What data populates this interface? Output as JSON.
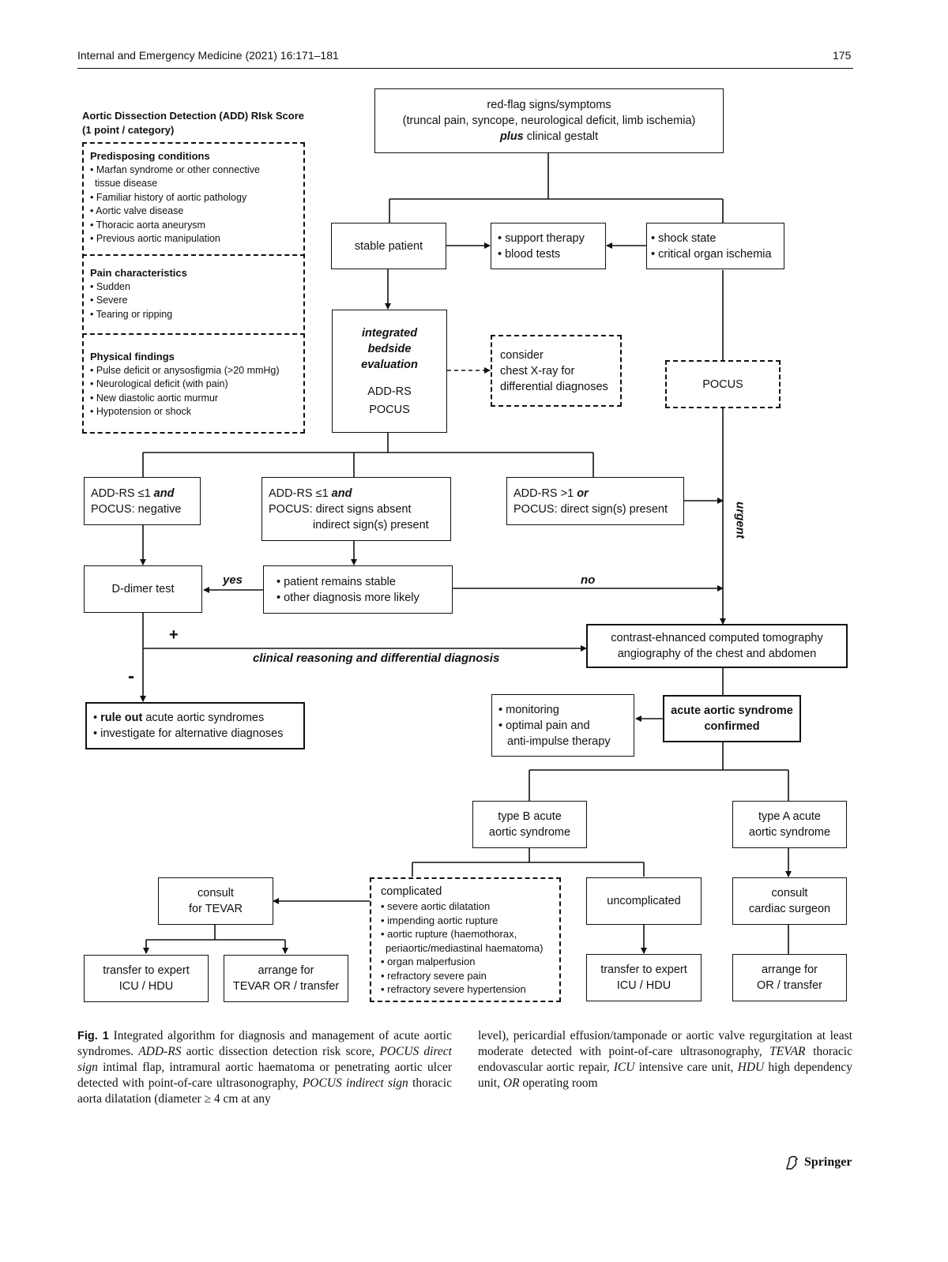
{
  "header": {
    "journal": "Internal and Emergency Medicine (2021) 16:171–181",
    "page_number": "175"
  },
  "score_panel": {
    "title_line1": "Aortic Dissection Detection (ADD) RIsk Score",
    "title_line2": "(1 point / category)",
    "sections": [
      {
        "heading": "Predisposing conditions",
        "items": [
          "Marfan syndrome or other connective tissue disease",
          "Familiar history of aortic pathology",
          "Aortic valve disease",
          "Thoracic aorta aneurysm",
          "Previous aortic manipulation"
        ]
      },
      {
        "heading": "Pain characteristics",
        "items": [
          "Sudden",
          "Severe",
          "Tearing or ripping"
        ]
      },
      {
        "heading": "Physical findings",
        "items": [
          "Pulse deficit or anysosfigmia (>20 mmHg)",
          "Neurological deficit (with pain)",
          "New diastolic aortic murmur",
          "Hypotension or shock"
        ]
      }
    ]
  },
  "flow": {
    "redflag": {
      "line1": "red-flag signs/symptoms",
      "line2": "(truncal pain, syncope, neurological deficit, limb ischemia)",
      "plus": "plus",
      "line3": "clinical gestalt"
    },
    "stable": "stable patient",
    "support": [
      "support therapy",
      "blood tests"
    ],
    "shock": [
      "shock state",
      "critical organ ischemia"
    ],
    "integrated": {
      "title": [
        "integrated",
        "bedside",
        "evaluation"
      ],
      "l1": "ADD-RS",
      "l2": "POCUS"
    },
    "consider": [
      "consider",
      "chest X-ray for",
      "differential diagnoses"
    ],
    "pocus": "POCUS",
    "cond1": {
      "a": "ADD-RS ≤1",
      "and": "and",
      "b": "POCUS: negative"
    },
    "cond2": {
      "a": "ADD-RS ≤1",
      "and": "and",
      "b": "POCUS: direct signs absent",
      "c": "indirect sign(s) present"
    },
    "cond3": {
      "a": "ADD-RS >1",
      "or": "or",
      "b": "POCUS: direct sign(s) present"
    },
    "urgent": "urgent",
    "ddimer": "D-dimer test",
    "yes": "yes",
    "no": "no",
    "remains": [
      "patient remains stable",
      "other diagnosis more likely"
    ],
    "plus_sign": "+",
    "minus_sign": "-",
    "reasoning": "clinical reasoning and differential diagnosis",
    "ct": [
      "contrast-ehnanced computed tomography",
      "angiography of the chest and abdomen"
    ],
    "ruleout": {
      "bold": "rule out",
      "rest": "acute aortic syndromes",
      "line2": "investigate for alternative diagnoses"
    },
    "monitoring": [
      "monitoring",
      "optimal pain and",
      "anti-impulse therapy"
    ],
    "confirmed": [
      "acute aortic syndrome",
      "confirmed"
    ],
    "typeB": [
      "type B acute",
      "aortic syndrome"
    ],
    "typeA": [
      "type A acute",
      "aortic syndrome"
    ],
    "tevar": [
      "consult",
      "for TEVAR"
    ],
    "complicated": {
      "title": "complicated",
      "items": [
        "severe aortic dilatation",
        "impending aortic rupture",
        "aortic rupture (haemothorax,",
        "periaortic/mediastinal haematoma)",
        "organ malperfusion",
        "refractory severe pain",
        "refractory severe hypertension"
      ]
    },
    "uncomplicated": "uncomplicated",
    "cardiac": [
      "consult",
      "cardiac surgeon"
    ],
    "transfer1": [
      "transfer to expert",
      "ICU / HDU"
    ],
    "arrange1": [
      "arrange for",
      "TEVAR OR / transfer"
    ],
    "transfer2": [
      "transfer to expert",
      "ICU / HDU"
    ],
    "arrange2": [
      "arrange for",
      "OR / transfer"
    ]
  },
  "caption": {
    "label": "Fig. 1",
    "left": [
      {
        "t": " Integrated algorithm for diagnosis and management of acute aortic syndromes. ",
        "i": false
      },
      {
        "t": "ADD-RS",
        "i": true
      },
      {
        "t": " aortic dissection detection risk score, ",
        "i": false
      },
      {
        "t": "POCUS direct sign",
        "i": true
      },
      {
        "t": " intimal flap, intramural aortic haematoma or penetrating aortic ulcer detected with point-of-care ultrasonography, ",
        "i": false
      },
      {
        "t": "POCUS indirect sign",
        "i": true
      },
      {
        "t": " thoracic aorta dilatation (diameter ≥ 4 cm at any",
        "i": false
      }
    ],
    "right": [
      {
        "t": "level), pericardial effusion/tamponade or aortic valve regurgitation at least moderate detected with point-of-care ultrasonography, ",
        "i": false
      },
      {
        "t": "TEVAR",
        "i": true
      },
      {
        "t": " thoracic endovascular aortic repair, ",
        "i": false
      },
      {
        "t": "ICU",
        "i": true
      },
      {
        "t": " intensive care unit, ",
        "i": false
      },
      {
        "t": "HDU",
        "i": true
      },
      {
        "t": " high dependency unit, ",
        "i": false
      },
      {
        "t": "OR",
        "i": true
      },
      {
        "t": " operating room",
        "i": false
      }
    ]
  },
  "publisher": "Springer"
}
